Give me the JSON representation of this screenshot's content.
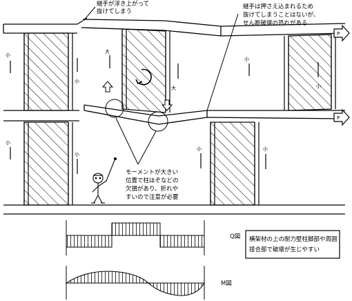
{
  "annotations": {
    "top_left": [
      "継手が浮き上がって",
      "抜けてしまう"
    ],
    "top_right": [
      "継手は押さえ込まれるため",
      "抜けてしまうことはないが、",
      "せん断破壊の恐れがある"
    ],
    "middle": [
      "モーメントが大きい",
      "位置で柱ほぞなどの",
      "欠損があり、折れや",
      "すいので注意が必要"
    ],
    "right_box": [
      "横架材の上の耐力壁柱脚部や周囲",
      "接合部で破壊が生じやすい"
    ]
  },
  "load_label": "P",
  "size_labels": {
    "large": "大",
    "small": "小"
  },
  "chart_labels": {
    "shear": "Q図",
    "moment": "M図"
  },
  "colors": {
    "line": "#000000",
    "background": "#ffffff"
  },
  "icons": [
    "arrow-right-icon",
    "arrow-up-icon",
    "arrow-down-icon",
    "rotation-arrow-icon",
    "person-pointer-icon"
  ]
}
